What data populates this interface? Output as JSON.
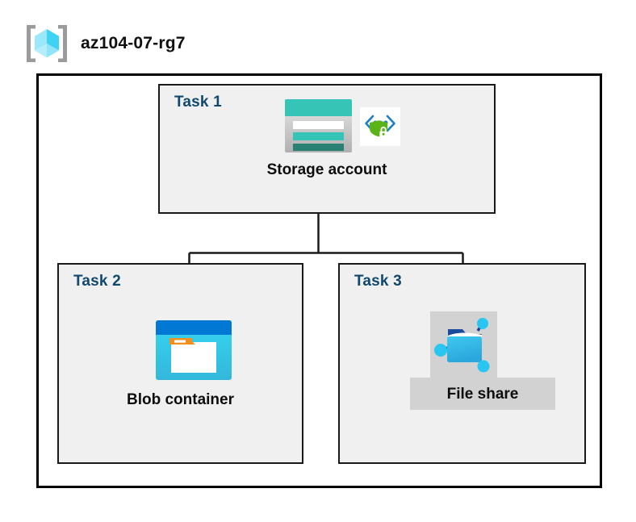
{
  "diagram": {
    "resource_group": {
      "name": "az104-07-rg7",
      "icon": "resource-group-cube-icon"
    },
    "tasks": [
      {
        "id": "task-1",
        "label": "Task 1",
        "node_label": "Storage account",
        "icons": [
          "storage-account-icon",
          "security-shield-icon"
        ]
      },
      {
        "id": "task-2",
        "label": "Task 2",
        "node_label": "Blob container",
        "icons": [
          "blob-container-icon"
        ]
      },
      {
        "id": "task-3",
        "label": "Task 3",
        "node_label": "File share",
        "icons": [
          "file-share-icon"
        ]
      }
    ],
    "colors": {
      "task_label": "#11486e",
      "node_label": "#0d0d0d",
      "box_fill": "#f0f0f0",
      "box_border": "#1a1a1a",
      "outer_border": "#000000",
      "connector": "#1a1a1a",
      "storage_teal": "#35c4b5",
      "storage_teal_dark": "#2a8073",
      "blob_blue": "#0078d4",
      "blob_cyan": "#32d2ef",
      "folder_orange": "#f2901e",
      "shield_green": "#5ab317",
      "bracket_blue": "#1a7ec8",
      "fileshare_gray": "#d2d2d2",
      "cube_cyan_light": "#9ae8fa",
      "cube_cyan": "#50d9f5",
      "bracket_gray": "#9b9b9b"
    }
  }
}
